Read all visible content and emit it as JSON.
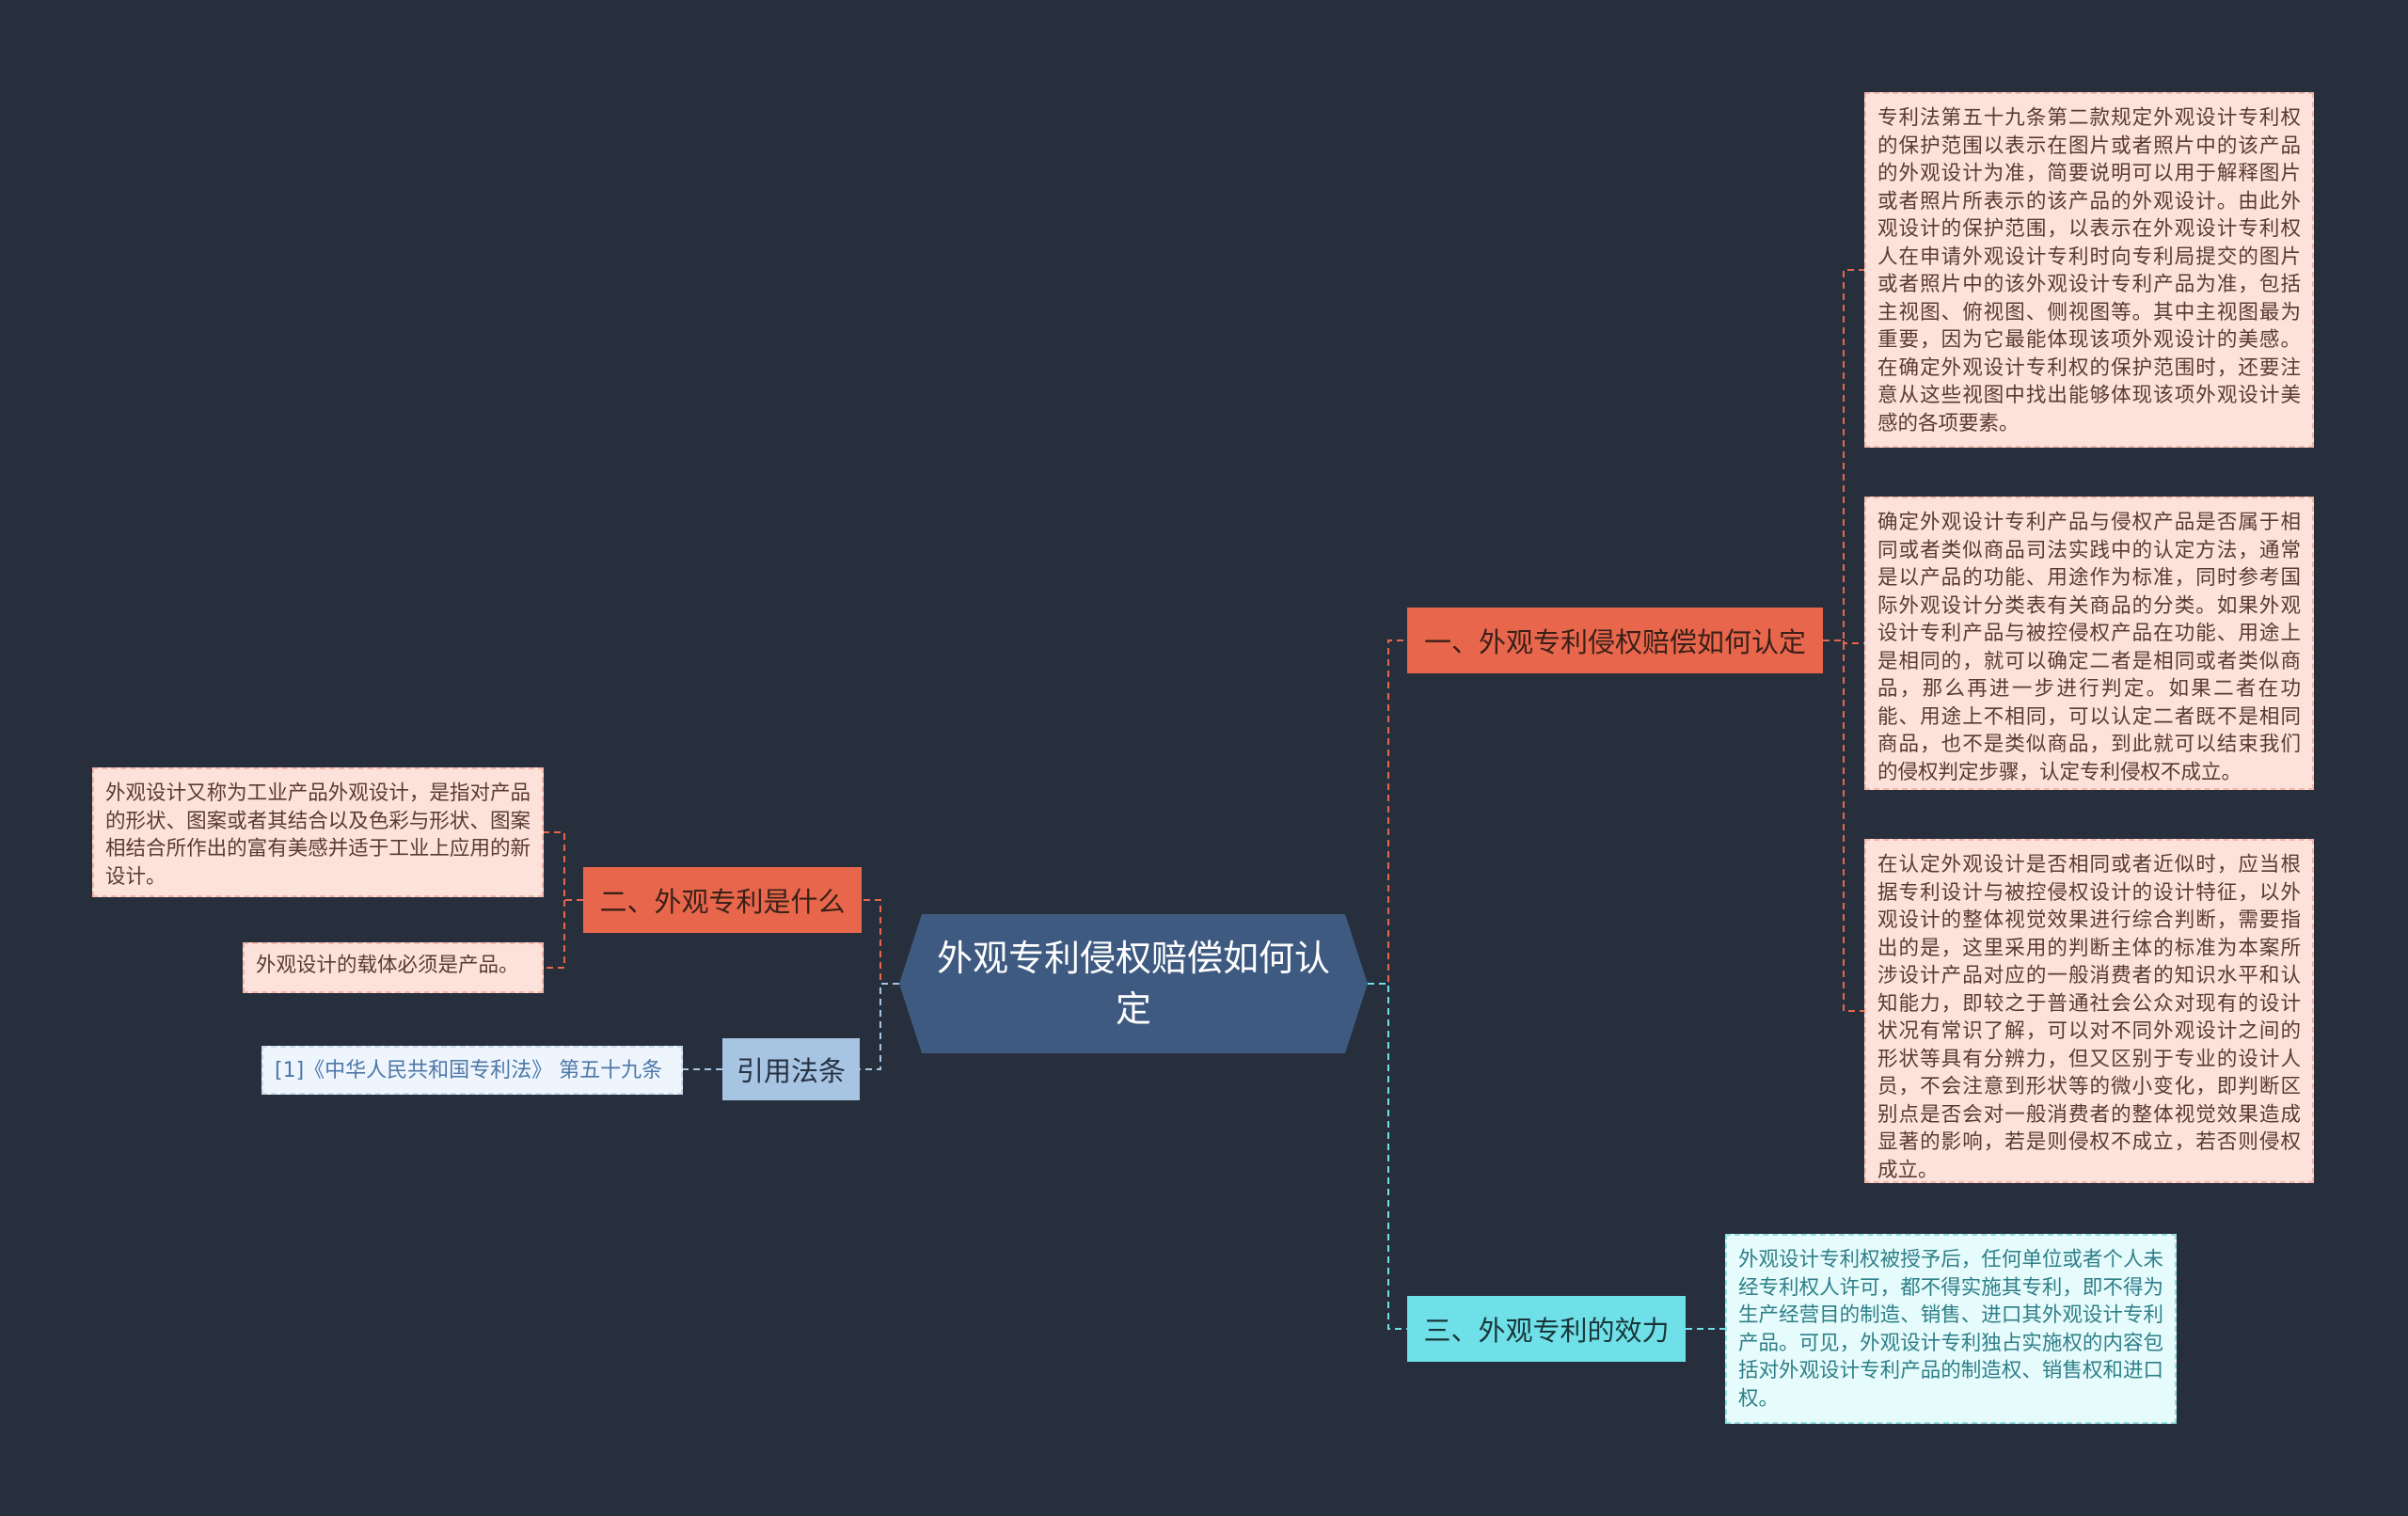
{
  "central": {
    "title": "外观专利侵权赔偿如何认定"
  },
  "branches": {
    "b1": {
      "label": "一、外观专利侵权赔偿如何认定"
    },
    "b2": {
      "label": "二、外观专利是什么"
    },
    "b3": {
      "label": "引用法条"
    },
    "b4": {
      "label": "三、外观专利的效力"
    }
  },
  "leaves": {
    "l1": "专利法第五十九条第二款规定外观设计专利权的保护范围以表示在图片或者照片中的该产品的外观设计为准，简要说明可以用于解释图片或者照片所表示的该产品的外观设计。由此外观设计的保护范围，以表示在外观设计专利权人在申请外观设计专利时向专利局提交的图片或者照片中的该外观设计专利产品为准，包括主视图、俯视图、侧视图等。其中主视图最为重要，因为它最能体现该项外观设计的美感。在确定外观设计专利权的保护范围时，还要注意从这些视图中找出能够体现该项外观设计美感的各项要素。",
    "l2": "确定外观设计专利产品与侵权产品是否属于相同或者类似商品司法实践中的认定方法，通常是以产品的功能、用途作为标准，同时参考国际外观设计分类表有关商品的分类。如果外观设计专利产品与被控侵权产品在功能、用途上是相同的，就可以确定二者是相同或者类似商品，那么再进一步进行判定。如果二者在功能、用途上不相同，可以认定二者既不是相同商品，也不是类似商品，到此就可以结束我们的侵权判定步骤，认定专利侵权不成立。",
    "l3": "在认定外观设计是否相同或者近似时，应当根据专利设计与被控侵权设计的设计特征，以外观设计的整体视觉效果进行综合判断，需要指出的是，这里采用的判断主体的标准为本案所涉设计产品对应的一般消费者的知识水平和认知能力，即较之于普通社会公众对现有的设计状况有常识了解，可以对不同外观设计之间的形状等具有分辨力，但又区别于专业的设计人员，不会注意到形状等的微小变化，即判断区别点是否会对一般消费者的整体视觉效果造成显著的影响，若是则侵权不成立，若否则侵权成立。",
    "l4": "外观设计又称为工业产品外观设计，是指对产品的形状、图案或者其结合以及色彩与形状、图案相结合所作出的富有美感并适于工业上应用的新设计。",
    "l5": "外观设计的载体必须是产品。",
    "l6": "[1]《中华人民共和国专利法》 第五十九条",
    "l7": "外观设计专利权被授予后，任何单位或者个人未经专利权人许可，都不得实施其专利，即不得为生产经营目的制造、销售、进口其外观设计专利产品。可见，外观设计专利独占实施权的内容包括对外观设计专利产品的制造权、销售权和进口权。"
  },
  "colors": {
    "background": "#272f3d",
    "central": "#3e5a81",
    "red_branch": "#e8674c",
    "blue_branch": "#a7c5e3",
    "cyan_branch": "#6fe0e8",
    "red_leaf": "#fde2dc",
    "cyan_leaf": "#e6fbfc",
    "blue_leaf": "#eef5fc"
  }
}
